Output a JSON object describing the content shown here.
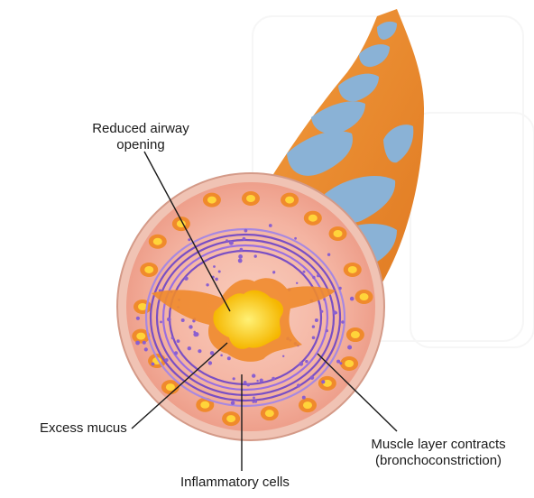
{
  "labels": {
    "reduced_airway": [
      "Reduced airway",
      "opening"
    ],
    "excess_mucus": "Excess mucus",
    "inflammatory_cells": "Inflammatory cells",
    "muscle_layer": [
      "Muscle layer contracts",
      "(bronchoconstriction)"
    ]
  },
  "colors": {
    "tissue": "#f5b8a6",
    "outer_ring": "#f3c7b6",
    "vessel_orange": "#f08a2c",
    "cartilage_blue": "#8ab2d6",
    "muscle_purple": "#7a4fc4",
    "mucus_yellow": "#ffd21a",
    "leader_line": "#1a1a1a"
  }
}
